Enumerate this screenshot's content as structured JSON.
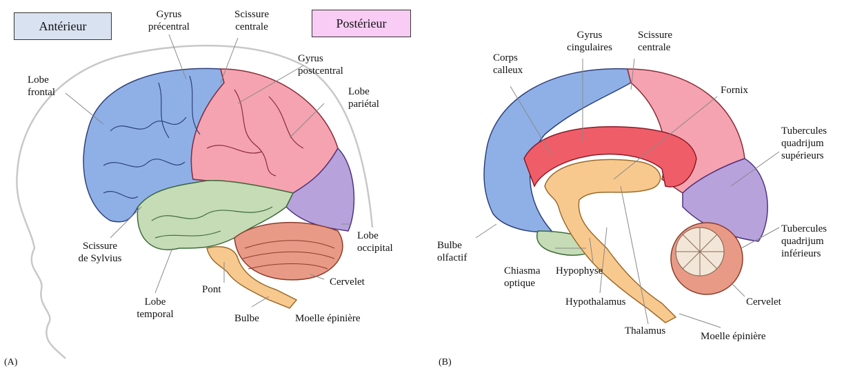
{
  "orientation": {
    "anterior": "Antérieur",
    "posterior": "Postérieur"
  },
  "panels": {
    "a": "(A)",
    "b": "(B)"
  },
  "colors": {
    "frontal": "#8fb0e6",
    "parietal": "#f5a3b0",
    "temporal": "#c5dcb6",
    "occipital": "#b8a2dc",
    "cerebellum": "#e89a86",
    "brainstem": "#f8c98e",
    "cingulate": "#ef5d68",
    "head_outline": "#c8c8c8",
    "anterior_box": "#d9e2f0",
    "posterior_box": "#f8ccf4"
  },
  "labels_a": {
    "gyrus_precentral": "Gyrus\nprécentral",
    "scissure_centrale": "Scissure\ncentrale",
    "gyrus_postcentral": "Gyrus\npostcentral",
    "lobe_frontal": "Lobe\nfrontal",
    "lobe_parietal": "Lobe\npariétal",
    "scissure_sylvius": "Scissure\nde Sylvius",
    "lobe_occipital": "Lobe\noccipital",
    "cervelet": "Cervelet",
    "pont": "Pont",
    "lobe_temporal": "Lobe\ntemporal",
    "bulbe": "Bulbe",
    "moelle": "Moelle épinière"
  },
  "labels_b": {
    "corps_calleux": "Corps\ncalleux",
    "gyrus_cingulaires": "Gyrus\ncingulaires",
    "scissure_centrale": "Scissure\ncentrale",
    "fornix": "Fornix",
    "tub_sup": "Tubercules\nquadrijum\nsupérieurs",
    "tub_inf": "Tubercules\nquadrijum\ninférieurs",
    "bulbe_olfactif": "Bulbe\nolfactif",
    "chiasma": "Chiasma\noptique",
    "hypophyse": "Hypophyse",
    "hypothalamus": "Hypothalamus",
    "cervelet": "Cervelet",
    "thalamus": "Thalamus",
    "moelle": "Moelle épinière"
  }
}
